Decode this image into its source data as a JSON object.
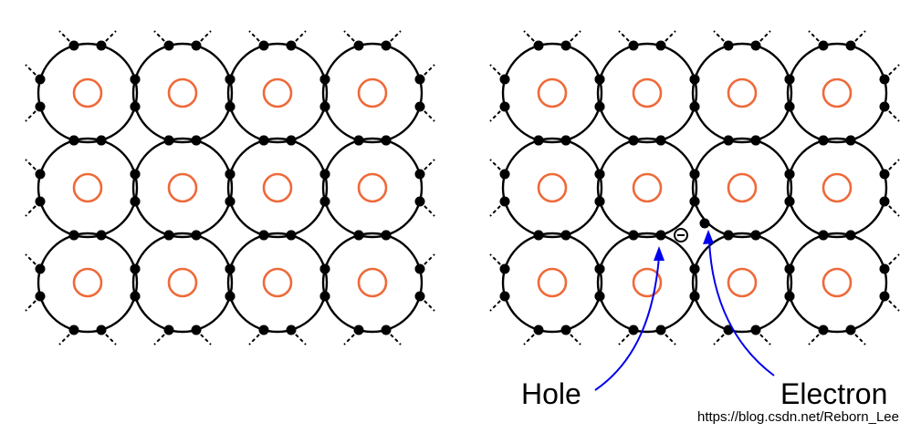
{
  "labels": {
    "hole": "Hole",
    "electron": "Electron",
    "watermark": "https://blog.csdn.net/Reborn_Lee"
  },
  "lattice": {
    "rows": 3,
    "cols": 4,
    "panels": [
      "pure-lattice",
      "lattice-with-hole-and-electron"
    ]
  },
  "colors": {
    "bond": "#000000",
    "nucleus": "#ee6a3a",
    "arrow": "#0000ee",
    "background": "#ffffff"
  }
}
